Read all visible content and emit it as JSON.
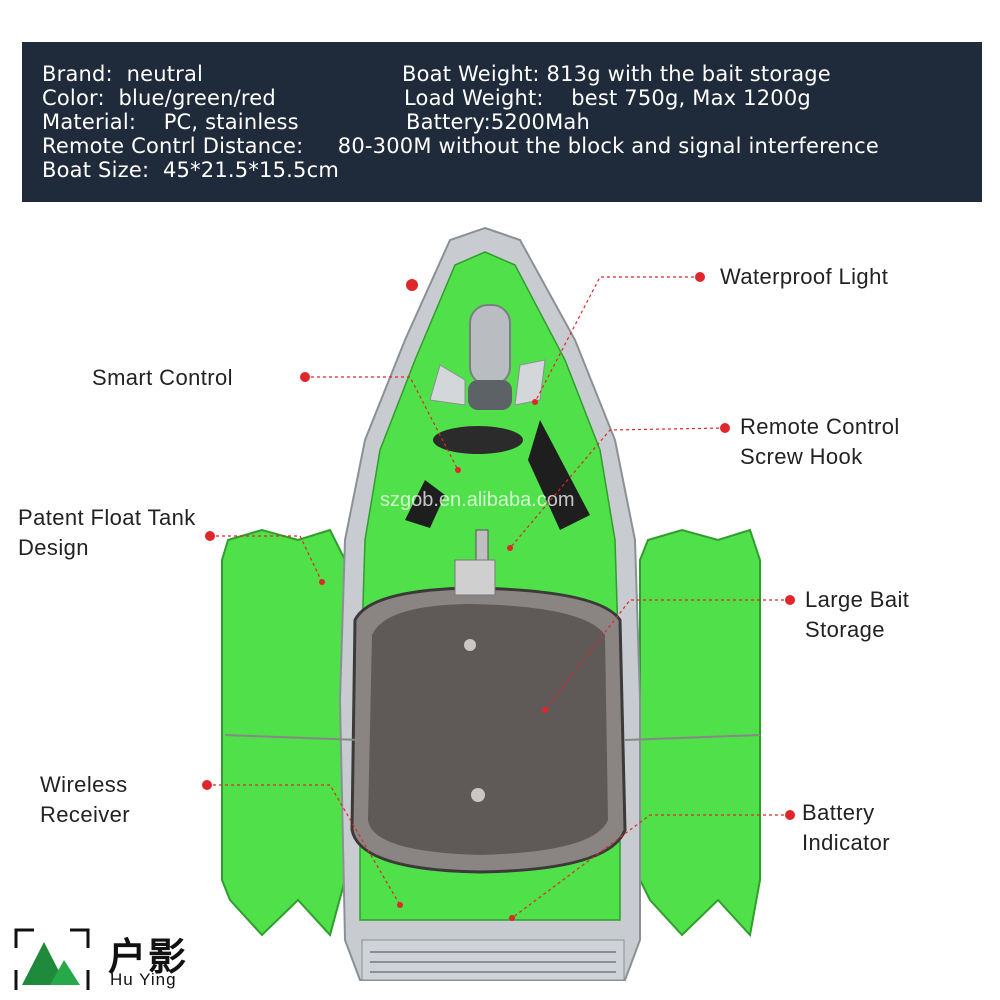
{
  "specs": {
    "brand": "Brand:  neutral",
    "color": "Color:  blue/green/red",
    "material": "Material:    PC, stainless",
    "remote_distance": "Remote Contrl Distance:     80-300M without the block and signal interference",
    "boat_size": "Boat Size:  45*21.5*15.5cm",
    "boat_weight": "Boat Weight: 813g with the bait storage",
    "load_weight": "Load Weight:    best 750g, Max 1200g",
    "battery": "Battery:5200Mah"
  },
  "callouts": {
    "waterproof_light": [
      "Waterproof Light"
    ],
    "smart_control": [
      "Smart Control"
    ],
    "remote_screw_hook": [
      "Remote Control",
      "Screw Hook"
    ],
    "float_tank": [
      "Patent Float Tank",
      "Design"
    ],
    "bait_storage": [
      "Large Bait",
      "Storage"
    ],
    "wireless_receiver": [
      "Wireless",
      "Receiver"
    ],
    "battery_indicator": [
      "Battery",
      "Indicator"
    ]
  },
  "watermark": "szgob.en.alibaba.com",
  "logo": {
    "cn": "户影",
    "en": "Hu Ying"
  },
  "colors": {
    "panel": "#1f2b3a",
    "hull_green": "#4fe04a",
    "hull_silver": "#c8ccd0",
    "bait_tray": "#5f5a57",
    "callout_red": "#e0262a"
  }
}
